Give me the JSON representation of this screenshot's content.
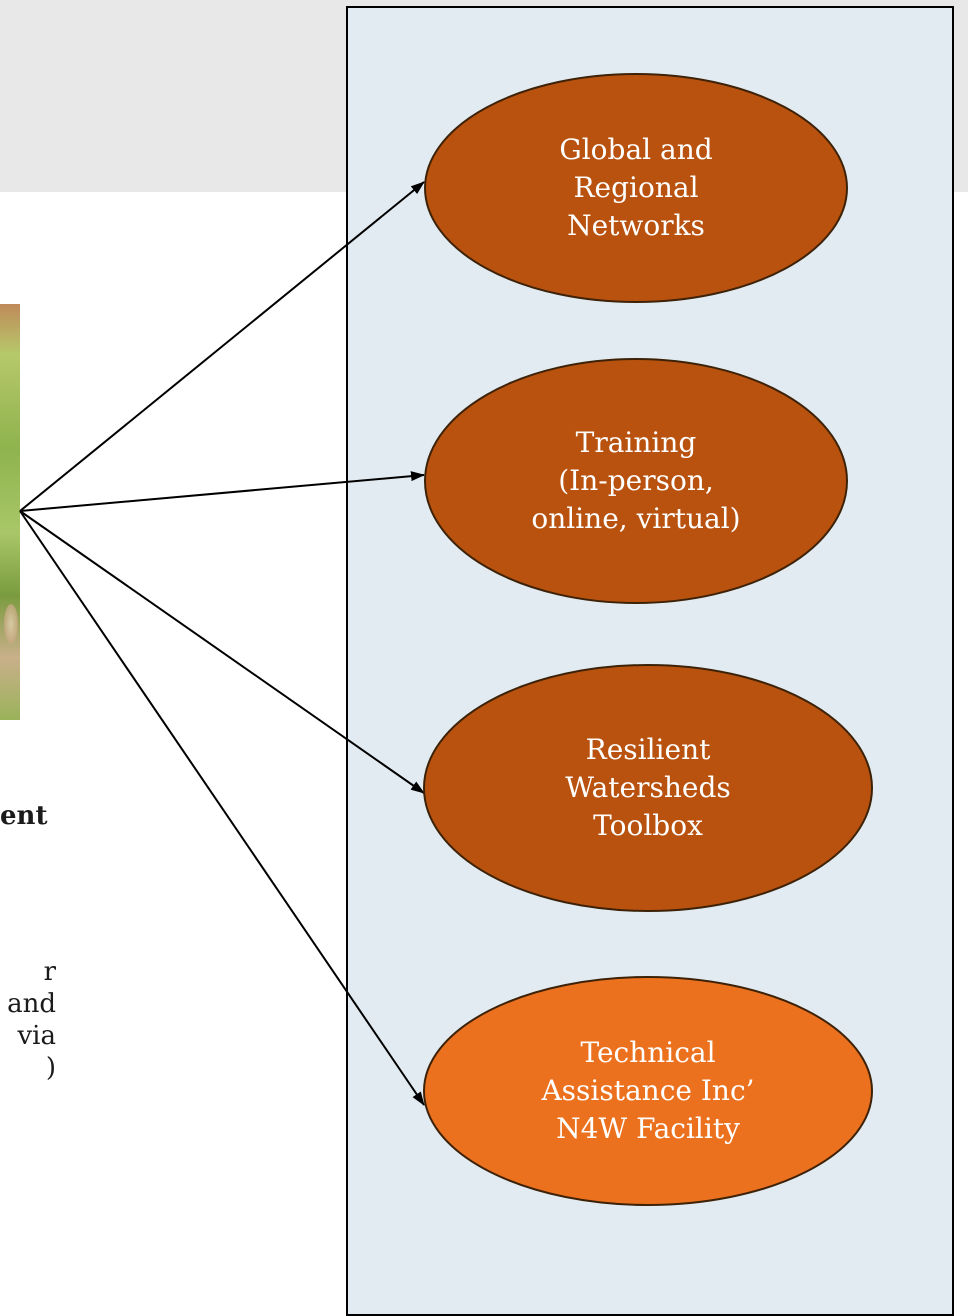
{
  "colors": {
    "header_band": "#e8e8e8",
    "panel_fill": "#e2ebf1",
    "node_dark": "#b8520e",
    "node_bright": "#ec711e",
    "node_stroke": "#3d2208",
    "arrow": "#000000",
    "node_text": "#ffffff"
  },
  "left": {
    "heading_fragment": "ent",
    "body_fragments": [
      "r",
      "and",
      "via",
      ")"
    ]
  },
  "nodes": [
    {
      "id": "global-regional-networks",
      "lines": [
        "Global and",
        "Regional",
        "Networks"
      ],
      "fill": "node_dark"
    },
    {
      "id": "training",
      "lines": [
        "Training",
        "(In-person,",
        "online, virtual)"
      ],
      "fill": "node_dark"
    },
    {
      "id": "resilient-watersheds-toolbox",
      "lines": [
        "Resilient",
        "Watersheds",
        "Toolbox"
      ],
      "fill": "node_dark"
    },
    {
      "id": "technical-assistance",
      "lines": [
        "Technical",
        "Assistance Inc’",
        "N4W Facility"
      ],
      "fill": "node_bright"
    }
  ]
}
